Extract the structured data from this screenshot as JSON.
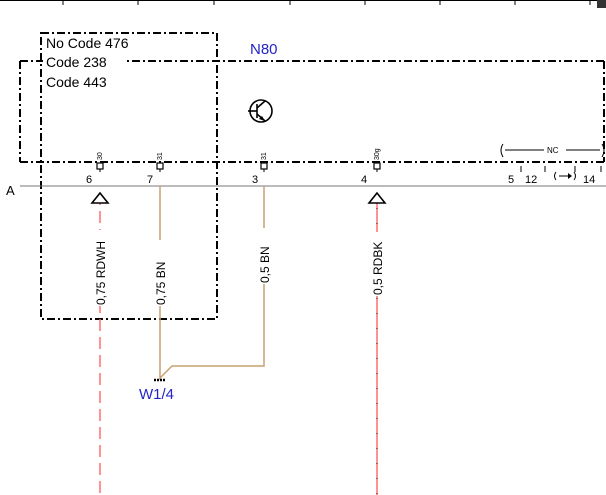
{
  "module": {
    "name": "N80",
    "row_label": "A",
    "transistor_icon": "transistor-icon"
  },
  "code_box": {
    "lines": [
      "No  Code 476",
      "Code 238",
      "Code 443"
    ]
  },
  "pins": [
    {
      "id": "p6",
      "number": "6",
      "terminal": "30"
    },
    {
      "id": "p7",
      "number": "7",
      "terminal": "31"
    },
    {
      "id": "p3",
      "number": "3",
      "terminal": "31"
    },
    {
      "id": "p4",
      "number": "4",
      "terminal": "30g"
    },
    {
      "id": "p5",
      "number": "5",
      "terminal": ""
    },
    {
      "id": "p12",
      "number": "12",
      "terminal": ""
    },
    {
      "id": "p14",
      "number": "14",
      "terminal": ""
    }
  ],
  "nc_label": "NC",
  "wires": [
    {
      "id": "w1",
      "label": "0,75 RDWH",
      "color": "#ff6e6e",
      "pin": "6"
    },
    {
      "id": "w2",
      "label": "0,75 BN",
      "color": "#c8a070",
      "pin": "7"
    },
    {
      "id": "w3",
      "label": "0,5 BN",
      "color": "#c8a070",
      "pin": "3"
    },
    {
      "id": "w4",
      "label": "0,5 RDBK",
      "color": "#ff6e6e",
      "pin": "4"
    }
  ],
  "connector": {
    "name": "W1/4"
  },
  "colors": {
    "connector_label": "#2323c8",
    "brown_wire": "#c8a070",
    "red_wire": "#ff6e6e",
    "dark_stripe": "#555555"
  }
}
